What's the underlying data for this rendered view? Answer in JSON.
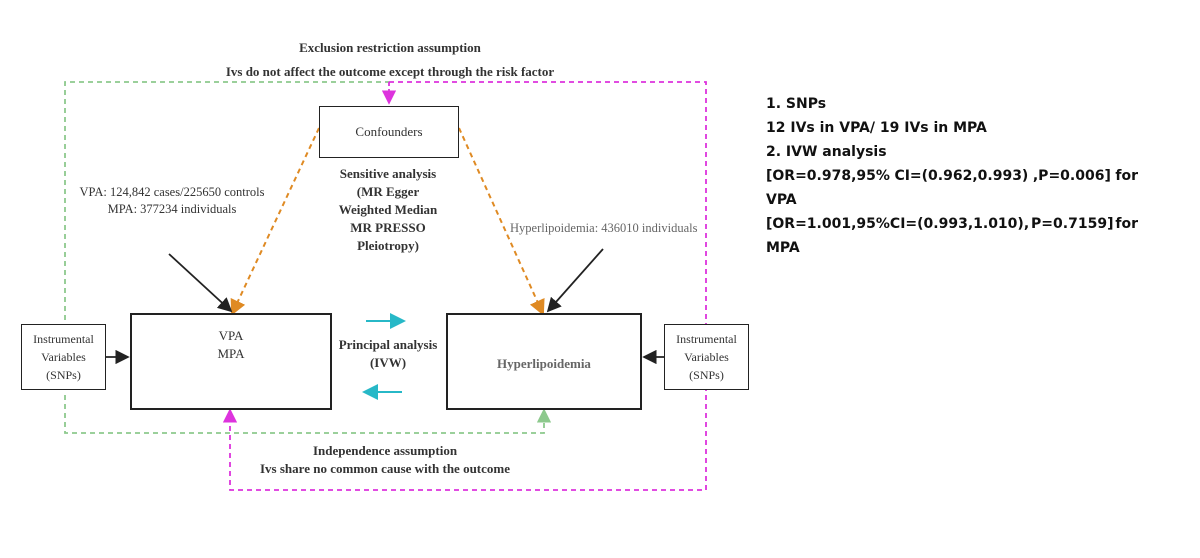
{
  "diagram": {
    "top_note": {
      "line1": "Exclusion restriction assumption",
      "line2": "Ivs do not affect the outcome except through the risk factor"
    },
    "confounders": "Confounders",
    "sensitive_analysis": {
      "line1": "Sensitive analysis",
      "line2": "(MR Egger",
      "line3": "Weighted Median",
      "line4": "MR PRESSO",
      "line5": "Pleiotropy)"
    },
    "left_source": {
      "line1": "VPA: 124,842 cases/225650 controls",
      "line2": "MPA: 377234 individuals"
    },
    "right_source": "Hyperlipoidemia: 436010 individuals",
    "exposure_box": {
      "line1": "VPA",
      "line2": "MPA"
    },
    "outcome_box": "Hyperlipoidemia",
    "left_iv": {
      "line1": "Instrumental",
      "line2": "Variables",
      "line3": "(SNPs)"
    },
    "right_iv": {
      "line1": "Instrumental",
      "line2": "Variables",
      "line3": "(SNPs)"
    },
    "principal_analysis": {
      "line1": "Principal analysis",
      "line2": "(IVW)"
    },
    "bottom_note": {
      "line1": "Independence assumption",
      "line2": "Ivs share no common cause with the outcome"
    },
    "colors": {
      "green": "#8dc98d",
      "magenta": "#dd33dd",
      "orange": "#df8a23",
      "teal": "#27b8c7",
      "black": "#222222"
    }
  },
  "summary": {
    "line1": "1. SNPs",
    "line2": "12 IVs in VPA/ 19 IVs in MPA",
    "line3": "2. IVW analysis",
    "line4": {
      "part1": "[OR=0.978,95%",
      "part2": "CI=(0.962,0.993)",
      "part3": ",P=0.006]",
      "part4": "for"
    },
    "line5": "VPA",
    "line6": {
      "part1": "[OR=1.001,95%CI=(0.993,1.010),",
      "part2": "P=0.7159]",
      "part3": "for"
    },
    "line7": "MPA"
  }
}
